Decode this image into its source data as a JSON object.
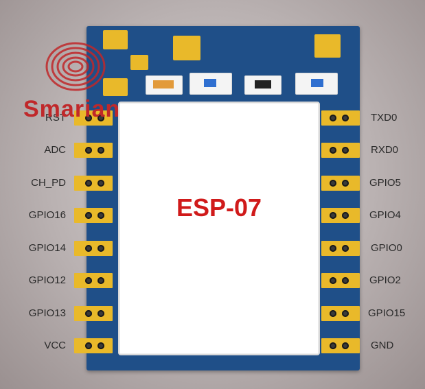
{
  "brand": {
    "name": "Smarian"
  },
  "module": {
    "title": "ESP-07"
  },
  "pins": {
    "left": [
      "RST",
      "ADC",
      "CH_PD",
      "GPIO16",
      "GPIO14",
      "GPIO12",
      "GPIO13",
      "VCC"
    ],
    "right": [
      "TXD0",
      "RXD0",
      "GPIO5",
      "GPIO4",
      "GPIO0",
      "GPIO2",
      "GPIO15",
      "GND"
    ]
  },
  "colors": {
    "board": "#1f4f88",
    "gold": "#e9b92a",
    "title_red": "#d01a1a",
    "brand_red": "#c0282a"
  }
}
